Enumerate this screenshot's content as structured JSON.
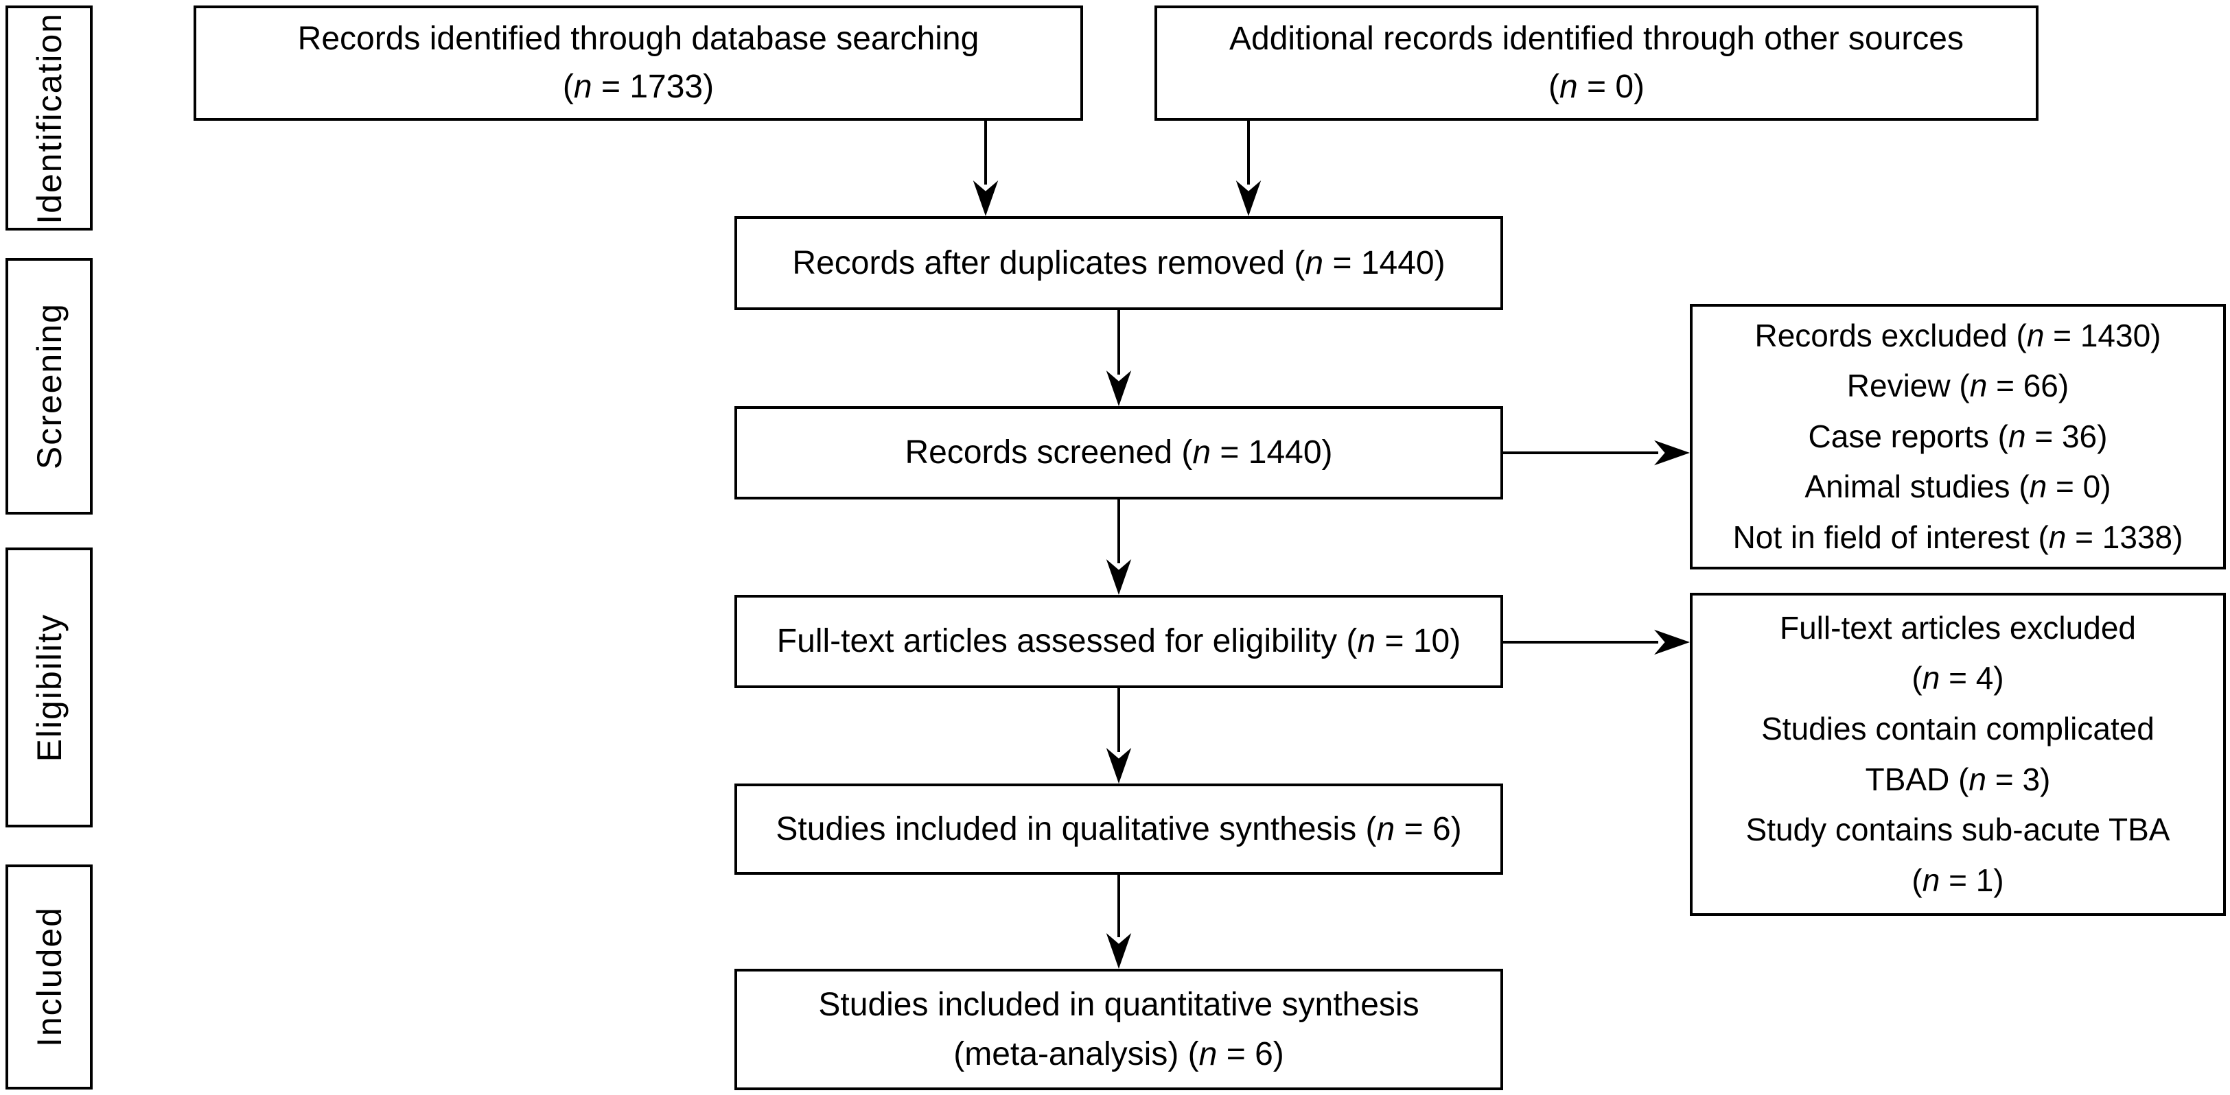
{
  "diagram": {
    "title": "PRISMA flow diagram",
    "colors": {
      "border": "#000000",
      "text": "#000000",
      "background": "#ffffff"
    },
    "stages": [
      {
        "label": "Identification"
      },
      {
        "label": "Screening"
      },
      {
        "label": "Eligibility"
      },
      {
        "label": "Included"
      }
    ],
    "boxes": {
      "db_search": {
        "lines": [
          "Records identified through database searching",
          "(n = 1733)"
        ]
      },
      "other_sources": {
        "lines": [
          "Additional records identified through other sources",
          "(n = 0)"
        ]
      },
      "after_duplicates": {
        "lines": [
          "Records after duplicates removed (n = 1440)"
        ]
      },
      "screened": {
        "lines": [
          "Records screened (n = 1440)"
        ]
      },
      "records_excluded": {
        "lines": [
          "Records excluded (n = 1430)",
          "Review (n = 66)",
          "Case reports (n = 36)",
          "Animal studies (n = 0)",
          "Not in field of interest (n = 1338)"
        ]
      },
      "fulltext_assessed": {
        "lines": [
          "Full-text articles assessed for eligibility (n = 10)"
        ]
      },
      "fulltext_excluded": {
        "lines": [
          "Full-text articles excluded",
          "(n = 4)",
          "Studies contain complicated",
          "TBAD (n = 3)",
          "Study contains sub-acute TBA",
          "(n = 1)"
        ]
      },
      "qualitative": {
        "lines": [
          "Studies included in qualitative synthesis (n = 6)"
        ]
      },
      "quantitative": {
        "lines": [
          "Studies included in quantitative synthesis",
          "(meta-analysis) (n = 6)"
        ]
      }
    }
  }
}
